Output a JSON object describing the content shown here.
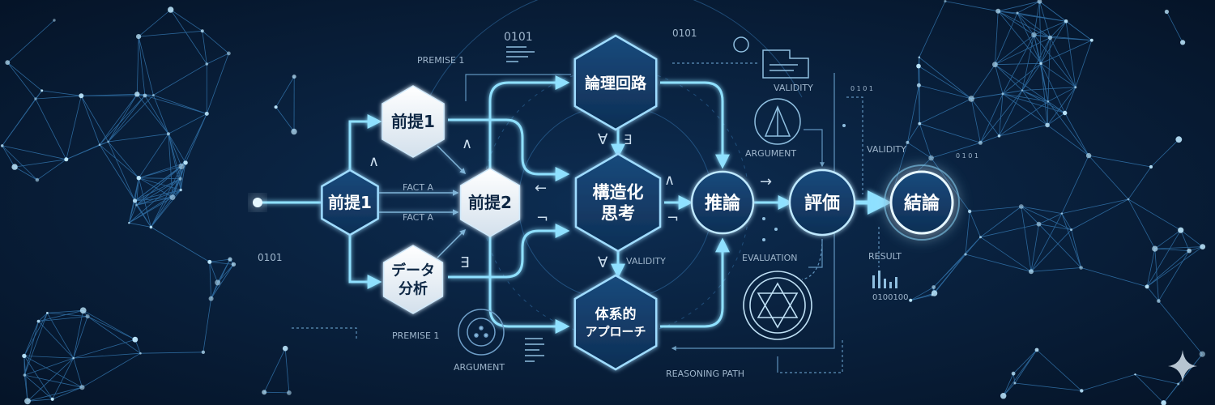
{
  "nodes": {
    "premise_left": "前提1",
    "premise_top": "前提1",
    "premise_mid": "前提2",
    "data_analysis": [
      "データ",
      "分析"
    ],
    "logic_circuit": "論理回路",
    "structured_thinking": [
      "構造化",
      "思考"
    ],
    "systematic_approach": [
      "体系的",
      "アプローチ"
    ],
    "inference": "推論",
    "evaluation": "評価",
    "conclusion": "結論"
  },
  "labels": {
    "premise_1_top": "PREMISE 1",
    "premise_1_bottom": "PREMISE 1",
    "fact_a_upper": "FACT A",
    "fact_a_lower": "FACT A",
    "validity_mid": "VALIDITY",
    "validity_top": "VALIDITY",
    "validity_right": "VALIDITY",
    "argument_right": "ARGUMENT",
    "argument_bottom": "ARGUMENT",
    "evaluation": "EVALUATION",
    "result": "RESULT",
    "reasoning_path": "REASONING PATH",
    "binary_top_left": "0101",
    "binary_top_mid": "0101",
    "binary_left": "0101",
    "binary_right_small": "0 1 0 1",
    "binary_right_tiny": "0 1 0 1",
    "binary_result": "0100100"
  },
  "symbols": {
    "and_1": "∧",
    "and_2": "∧",
    "and_3": "∧",
    "forall_1": "∀",
    "forall_2": "∀",
    "exists_1": "∃",
    "exists_2": "∃",
    "left_arrow": "←",
    "not_sym": "¬",
    "not_sym_2": "¬",
    "right_arrow": "→"
  },
  "colors": {
    "background": "#071a33",
    "accent": "#4fc3ff",
    "glow": "#7fd8ff",
    "node_light": "#eef3f8",
    "node_dark": "#123a66",
    "text_dim": "#9fb6cc"
  }
}
